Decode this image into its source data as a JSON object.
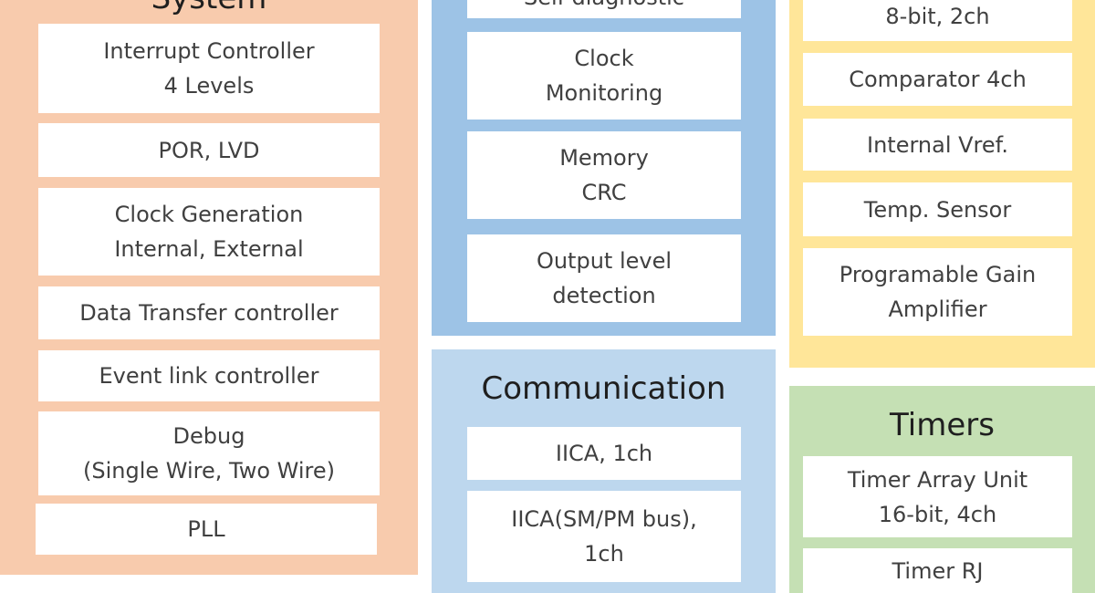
{
  "colors": {
    "system": "#f8cbad",
    "safety": "#9dc3e6",
    "communication": "#bdd7ee",
    "analog": "#ffe699",
    "timers": "#c5e0b4"
  },
  "system": {
    "title": "System",
    "items": [
      {
        "line1": "Interrupt Controller",
        "line2": "4 Levels"
      },
      {
        "line1": "POR, LVD",
        "line2": ""
      },
      {
        "line1": "Clock Generation",
        "line2": "Internal, External"
      },
      {
        "line1": "Data Transfer controller",
        "line2": ""
      },
      {
        "line1": "Event link controller",
        "line2": ""
      },
      {
        "line1": "Debug",
        "line2": "(Single Wire, Two Wire)"
      },
      {
        "line1": "PLL",
        "line2": ""
      }
    ]
  },
  "safety": {
    "items": [
      {
        "line1": "Self-diagnostic",
        "line2": ""
      },
      {
        "line1": "Clock",
        "line2": "Monitoring"
      },
      {
        "line1": "Memory",
        "line2": "CRC"
      },
      {
        "line1": "Output level",
        "line2": "detection"
      }
    ]
  },
  "communication": {
    "title": "Communication",
    "items": [
      {
        "line1": "IICA, 1ch",
        "line2": ""
      },
      {
        "line1": "IICA(SM/PM bus),",
        "line2": "1ch"
      }
    ]
  },
  "analog": {
    "items": [
      {
        "line1": "8-bit, 2ch",
        "line2": ""
      },
      {
        "line1": "Comparator 4ch",
        "line2": ""
      },
      {
        "line1": "Internal Vref.",
        "line2": ""
      },
      {
        "line1": "Temp. Sensor",
        "line2": ""
      },
      {
        "line1": "Programable Gain",
        "line2": "Amplifier"
      }
    ]
  },
  "timers": {
    "title": "Timers",
    "items": [
      {
        "line1": "Timer Array Unit",
        "line2": "16-bit, 4ch"
      },
      {
        "line1": "Timer RJ",
        "line2": ""
      }
    ]
  }
}
